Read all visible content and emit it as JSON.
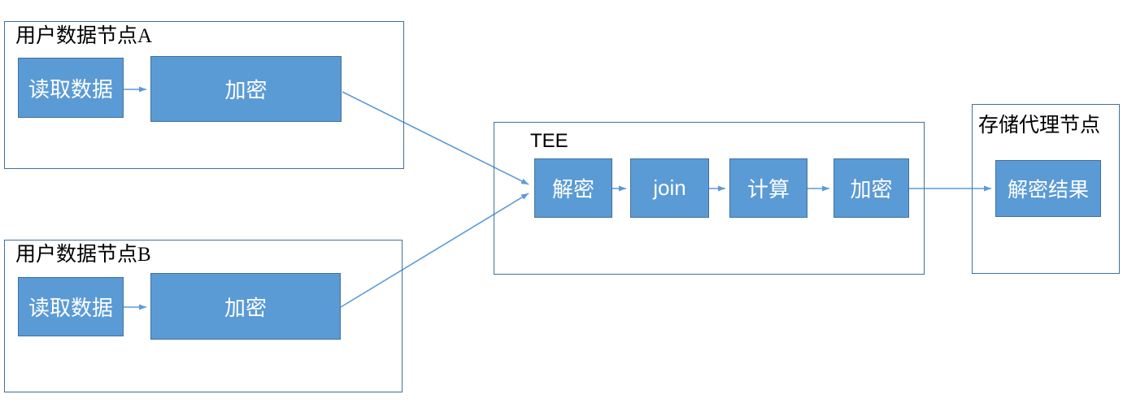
{
  "colors": {
    "bg": "#ffffff",
    "box_fill": "#5B9BD5",
    "box_border": "#41719C",
    "container_border": "#41719C",
    "arrow": "#5B9BD5",
    "label_text": "#000000",
    "box_text": "#ffffff"
  },
  "groups": {
    "user_a": {
      "title": "用户数据节点A",
      "read_label": "读取数据",
      "encrypt_label": "加密"
    },
    "user_b": {
      "title": "用户数据节点B",
      "read_label": "读取数据",
      "encrypt_label": "加密"
    },
    "tee": {
      "title": "TEE",
      "steps": [
        "解密",
        "join",
        "计算",
        "加密"
      ]
    },
    "storage": {
      "title": "存储代理节点",
      "result_label": "解密结果"
    }
  },
  "arrows": [
    "read-a to encrypt-a",
    "read-b to encrypt-b",
    "encrypt-a to tee-decrypt",
    "encrypt-b to tee-decrypt",
    "tee-decrypt to tee-join",
    "tee-join to tee-compute",
    "tee-compute to tee-encrypt",
    "tee-encrypt to storage-result"
  ]
}
